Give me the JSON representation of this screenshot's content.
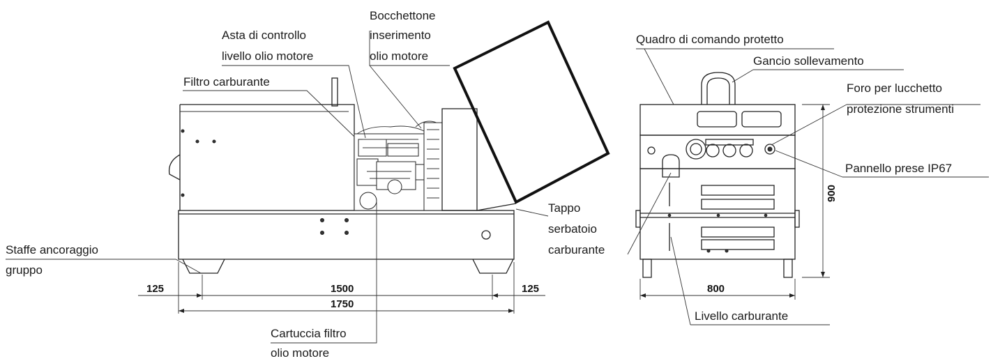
{
  "labels": {
    "bocchettone_1": "Bocchettone",
    "bocchettone_2": "inserimento",
    "bocchettone_3": "olio motore",
    "asta_1": "Asta di controllo",
    "asta_2": "livello olio motore",
    "filtro_carburante": "Filtro carburante",
    "staffe_1": "Staffe ancoraggio",
    "staffe_2": "gruppo",
    "cartuccia_1": "Cartuccia filtro",
    "cartuccia_2": "olio motore",
    "tappo_1": "Tappo",
    "tappo_2": "serbatoio",
    "tappo_3": "carburante",
    "quadro": "Quadro di comando protetto",
    "gancio": "Gancio sollevamento",
    "foro_1": "Foro per lucchetto",
    "foro_2": "protezione strumenti",
    "pannello": "Pannello prese IP67",
    "livello": "Livello carburante"
  },
  "dimensions": {
    "left_margin": "125",
    "center_span": "1500",
    "right_margin": "125",
    "total_length": "1750",
    "width": "800",
    "height": "900"
  }
}
